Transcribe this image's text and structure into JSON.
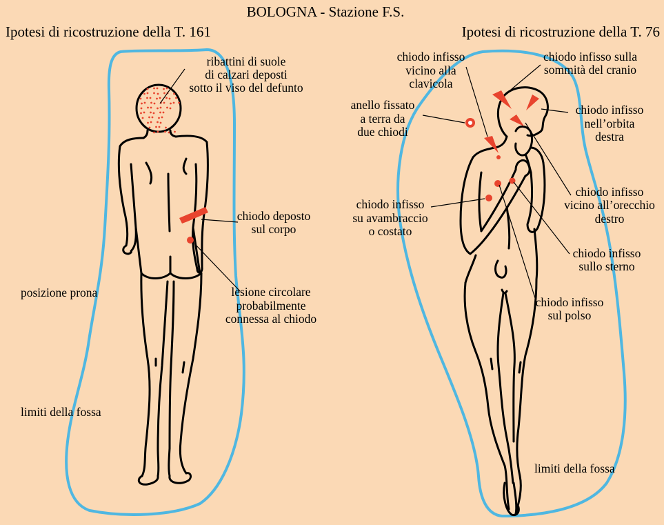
{
  "header": {
    "title": "BOLOGNA - Stazione F.S."
  },
  "left_panel": {
    "title": "Ipotesi di ricostruzione della T. 161",
    "labels": {
      "ribattini": [
        "ribattini di suole",
        "di calzari deposti",
        "sotto il viso del defunto"
      ],
      "chiodo_deposto": [
        "chiodo deposto",
        "sul corpo"
      ],
      "posizione": "posizione prona",
      "lesione": [
        "lesione circolare",
        "probabilmente",
        "connessa al chiodo"
      ],
      "fossa": "limiti della fossa"
    }
  },
  "right_panel": {
    "title": "Ipotesi di ricostruzione della T. 76",
    "labels": {
      "clavicola": [
        "chiodo infisso",
        "vicino alla",
        "clavicola"
      ],
      "cranio": [
        "chiodo infisso sulla",
        "sommità del cranio"
      ],
      "anello": [
        "anello fissato",
        "a terra da",
        "due chiodi"
      ],
      "orbita": [
        "chiodo infisso",
        "nell’orbita",
        "destra"
      ],
      "orecchio": [
        "chiodo infisso",
        "vicino all’orecchio",
        "destro"
      ],
      "avambraccio": [
        "chiodo infisso",
        "su avambraccio",
        "o costato"
      ],
      "sterno": [
        "chiodo infisso",
        "sullo sterno"
      ],
      "polso": [
        "chiodo infisso",
        "sul polso"
      ],
      "fossa": "limiti della fossa"
    }
  },
  "colors": {
    "background": "#fbd9b5",
    "fossa_outline": "#4fb7e1",
    "nail_red": "#e8442e",
    "figure_line": "#000000"
  }
}
